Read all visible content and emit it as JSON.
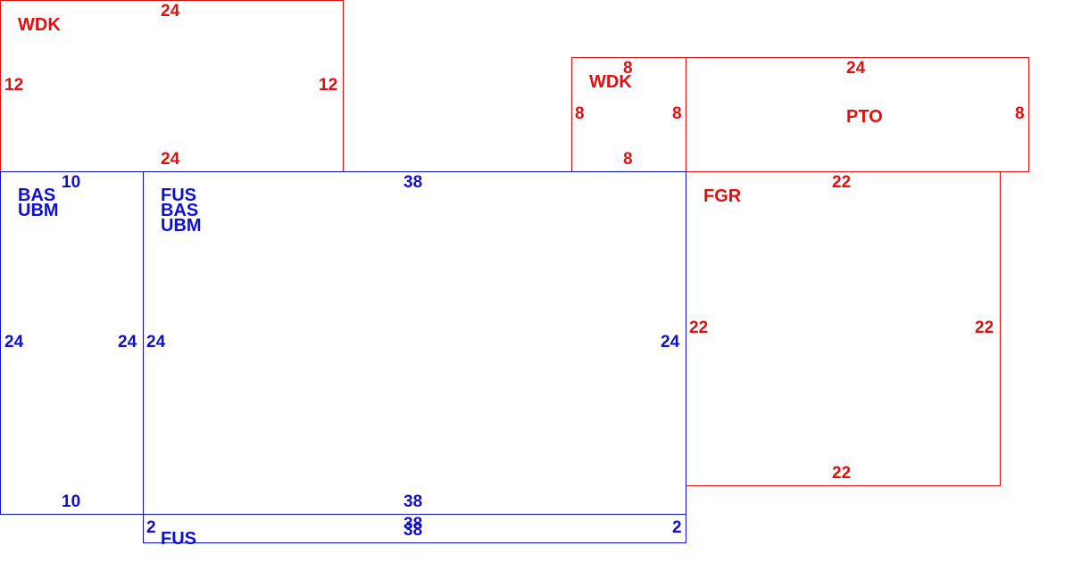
{
  "colors": {
    "red": "#e01010",
    "blue": "#1010cc"
  },
  "areas": {
    "wdk_large": {
      "code": "WDK",
      "top": "24",
      "bottom": "24",
      "left": "12",
      "right": "12"
    },
    "wdk_small": {
      "code": "WDK",
      "top": "8",
      "bottom": "8",
      "left": "8",
      "right": "8"
    },
    "pto": {
      "code": "PTO",
      "top": "24",
      "right": "8"
    },
    "fgr": {
      "code": "FGR",
      "top": "22",
      "bottom": "22",
      "left": "22",
      "right": "22"
    },
    "bas_left": {
      "code1": "BAS",
      "code2": "UBM",
      "top": "10",
      "bottom": "10",
      "left": "24",
      "right": "24"
    },
    "fus_main": {
      "code1": "FUS",
      "code2": "BAS",
      "code3": "UBM",
      "top": "38",
      "bottom": "38",
      "left": "24",
      "right": "24"
    },
    "fus_strip": {
      "code": "FUS",
      "top": "38",
      "bottom": "38",
      "left": "2",
      "right": "2"
    }
  }
}
